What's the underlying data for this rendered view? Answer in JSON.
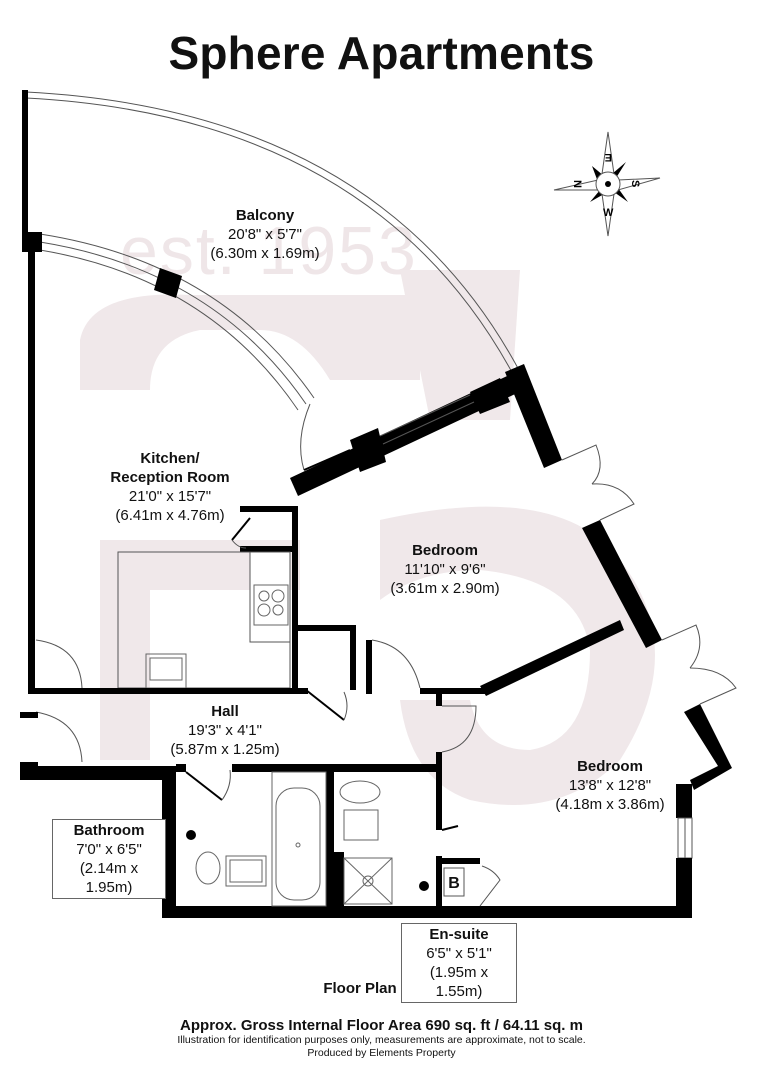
{
  "header": {
    "title": "Sphere Apartments"
  },
  "watermark": {
    "text": "est. 1953",
    "color": "#efe6e8"
  },
  "compass": {
    "letters": {
      "north": "N",
      "south": "S",
      "east": "E",
      "west": "W"
    }
  },
  "rooms": [
    {
      "name": "Balcony",
      "imperial": "20'8\" x 5'7\"",
      "metric": "(6.30m x 1.69m)"
    },
    {
      "name": "Kitchen/",
      "name2": "Reception Room",
      "imperial": "21'0\" x 15'7\"",
      "metric": "(6.41m x 4.76m)"
    },
    {
      "name": "Bedroom",
      "imperial": "11'10\" x 9'6\"",
      "metric": "(3.61m x 2.90m)"
    },
    {
      "name": "Hall",
      "imperial": "19'3\" x 4'1\"",
      "metric": "(5.87m x 1.25m)"
    },
    {
      "name": "Bedroom",
      "imperial": "13'8\" x 12'8\"",
      "metric": "(4.18m x 3.86m)"
    },
    {
      "name": "Bathroom",
      "imperial": "7'0\" x 6'5\"",
      "metric": "(2.14m x 1.95m)"
    },
    {
      "name": "En-suite",
      "imperial": "6'5\" x 5'1\"",
      "metric": "(1.95m x 1.55m)"
    }
  ],
  "boiler_label": "B",
  "footer": {
    "plan_title": "Floor Plan",
    "area": "Approx. Gross Internal Floor Area 690 sq. ft / 64.11 sq. m",
    "disclaimer": "Illustration for identification purposes only, measurements are approximate, not to scale.",
    "producer": "Produced by Elements Property"
  },
  "colors": {
    "wall": "#000000",
    "line": "#555555",
    "watermark": "#efe6e8"
  }
}
